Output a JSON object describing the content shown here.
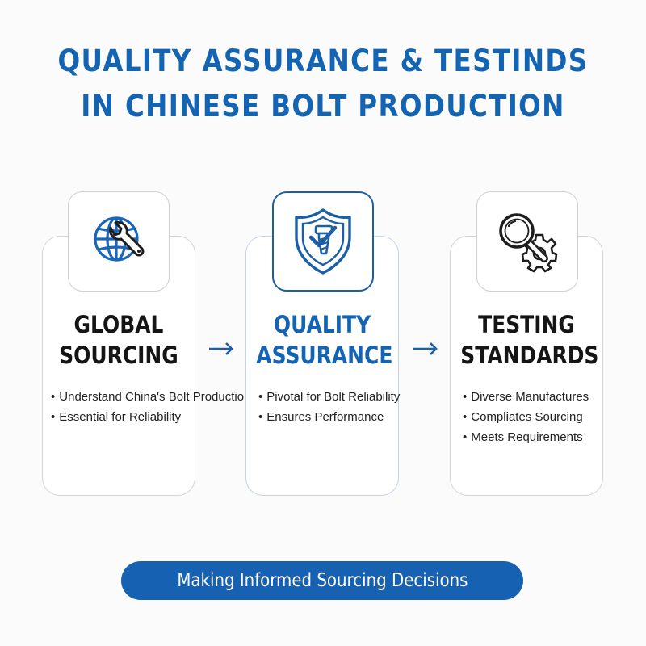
{
  "title": {
    "line1": "QUALITY ASSURANCE & TESTINDS",
    "line2": "IN CHINESE BOLT PRODUCTION"
  },
  "steps": [
    {
      "icon": "globe-wrench-icon",
      "title_line1": "GLOBAL",
      "title_line2": "SOURCING",
      "bullets": [
        "Understand China's Bolt Production",
        "Essential for Reliability"
      ]
    },
    {
      "icon": "shield-bolt-check-icon",
      "title_line1": "QUALITY",
      "title_line2": "ASSURANCE",
      "bullets": [
        "Pivotal for Bolt Reliability",
        "Ensures Performance"
      ]
    },
    {
      "icon": "magnifier-gear-icon",
      "title_line1": "TESTING",
      "title_line2": "STANDARDS",
      "bullets": [
        "Diverse Manufactures",
        "Compliates Sourcing",
        "Meets Requirements"
      ]
    }
  ],
  "footer": {
    "label": "Making Informed Sourcing Decisions"
  },
  "colors": {
    "accent": "#1464b4",
    "text": "#151515",
    "border": "#d4d4d4",
    "background": "#fbfbfb"
  }
}
